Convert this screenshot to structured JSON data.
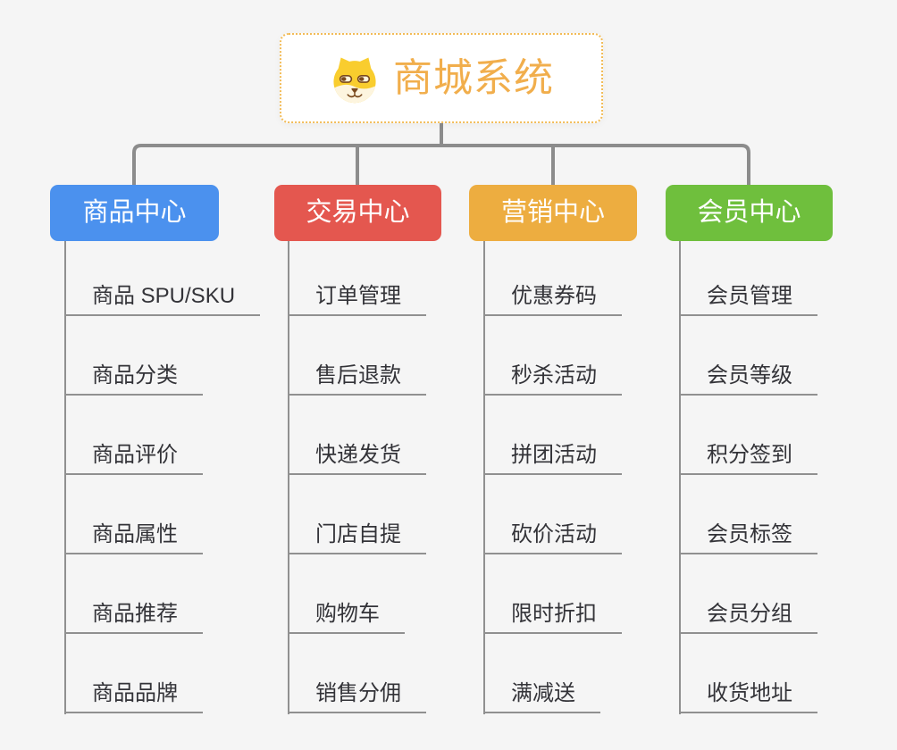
{
  "root": {
    "title": "商城系统",
    "icon": "dog-face-icon"
  },
  "branches": [
    {
      "label": "商品中心",
      "color": "#4b91ee",
      "items": [
        "商品 SPU/SKU",
        "商品分类",
        "商品评价",
        "商品属性",
        "商品推荐",
        "商品品牌"
      ]
    },
    {
      "label": "交易中心",
      "color": "#e4574f",
      "items": [
        "订单管理",
        "售后退款",
        "快递发货",
        "门店自提",
        "购物车",
        "销售分佣"
      ]
    },
    {
      "label": "营销中心",
      "color": "#edad40",
      "items": [
        "优惠券码",
        "秒杀活动",
        "拼团活动",
        "砍价活动",
        "限时折扣",
        "满减送"
      ]
    },
    {
      "label": "会员中心",
      "color": "#6fbf3d",
      "items": [
        "会员管理",
        "会员等级",
        "积分签到",
        "会员标签",
        "会员分组",
        "收货地址"
      ]
    }
  ],
  "colors": {
    "canvas_bg": "#f5f5f5",
    "connector_line": "#8c8c8c",
    "leaf_line": "#909090",
    "leaf_text": "#333338",
    "root_bg": "#ffffff",
    "root_border": "#f2bc58",
    "root_title": "#f1ae4c",
    "branch_text": "#ffffff"
  }
}
